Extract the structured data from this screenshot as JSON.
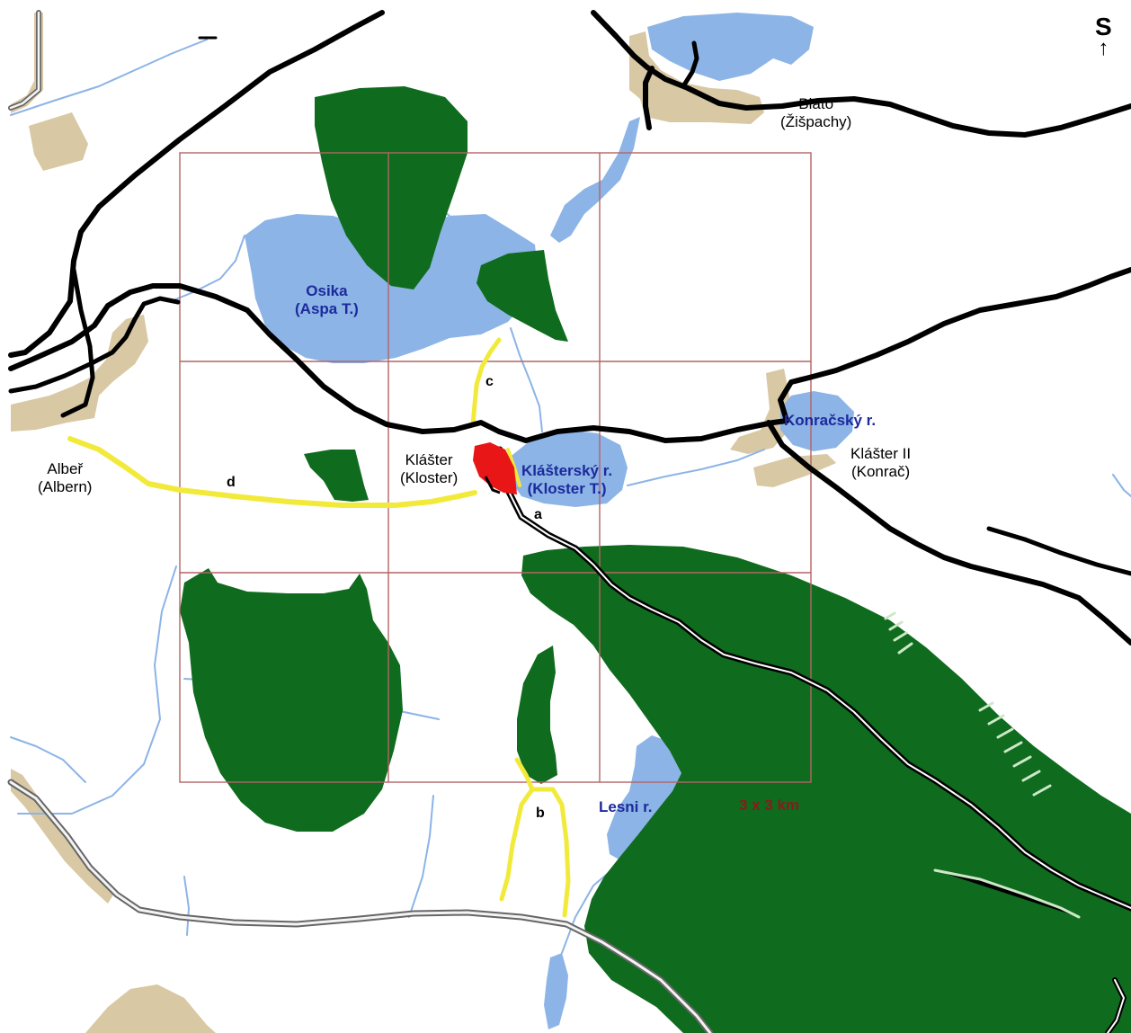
{
  "map": {
    "colors": {
      "forest": "#0f6b1e",
      "water": "#8cb4e6",
      "settlement": "#d8c8a4",
      "road": "#000000",
      "path": "#f2ea3a",
      "grid": "#b46464",
      "monastery": "#e81616",
      "stream": "#8cb4e6"
    },
    "north": {
      "letter": "S",
      "arrow": "↑"
    },
    "places": {
      "blato": {
        "line1": "Blato",
        "line2": "(Žišpachy)"
      },
      "alber": {
        "line1": "Albeř",
        "line2": "(Albern)"
      },
      "klaster": {
        "line1": "Klášter",
        "line2": "(Kloster)"
      },
      "klaster2": {
        "line1": "Klášter II",
        "line2": "(Konrač)"
      }
    },
    "water_bodies": {
      "osika": {
        "line1": "Osika",
        "line2": "(Aspa T.)"
      },
      "klastersky": {
        "line1": "Klášterský r.",
        "line2": "(Kloster T.)"
      },
      "konracsky": {
        "name": "Konračský r."
      },
      "lesni": {
        "name": "Lesni r."
      }
    },
    "routes": {
      "a": "a",
      "b": "b",
      "c": "c",
      "d": "d"
    },
    "scale_label": "3 x 3 km"
  }
}
